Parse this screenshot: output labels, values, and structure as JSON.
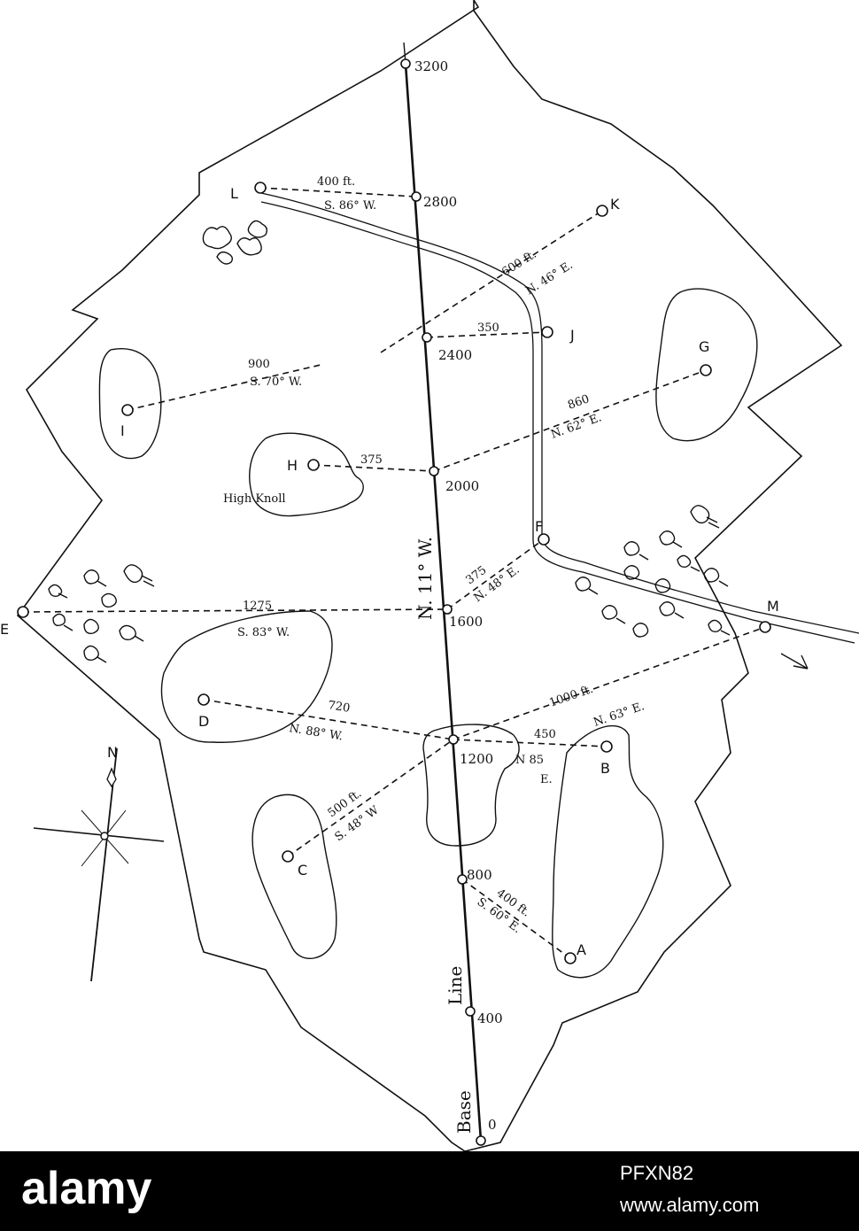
{
  "map": {
    "base_line": {
      "bearing": "N. 11° W.",
      "label_line": "Line",
      "label_base": "Base"
    },
    "stations": [
      "0",
      "400",
      "800",
      "1200",
      "1600",
      "2000",
      "2400",
      "2800",
      "3200"
    ],
    "points": [
      "A",
      "B",
      "C",
      "D",
      "E",
      "F",
      "G",
      "H",
      "I",
      "J",
      "K",
      "L",
      "M"
    ],
    "high_knoll": "High Knoll",
    "offsets": [
      {
        "id": "L",
        "distance": "400 ft.",
        "bearing": "S. 86° W."
      },
      {
        "id": "K",
        "distance": "600 ft.",
        "bearing": "N. 46° E."
      },
      {
        "id": "J",
        "distance": "350"
      },
      {
        "id": "I",
        "distance": "900",
        "bearing": "S. 70° W."
      },
      {
        "id": "G",
        "distance": "860",
        "bearing": "N. 62° E."
      },
      {
        "id": "H",
        "distance": "375"
      },
      {
        "id": "F",
        "distance": "375",
        "bearing": "N. 48° E."
      },
      {
        "id": "E",
        "distance": "1275",
        "bearing": "S. 83° W."
      },
      {
        "id": "M",
        "distance": "1000 ft.",
        "bearing": "N. 63° E."
      },
      {
        "id": "D",
        "distance": "720",
        "bearing": "N. 88° W."
      },
      {
        "id": "B",
        "distance": "450",
        "bearing_1": "N 85",
        "bearing_2": "E."
      },
      {
        "id": "C",
        "distance": "500 ft.",
        "bearing": "S. 48° W"
      },
      {
        "id": "A",
        "distance": "400 ft.",
        "bearing": "S. 60° E."
      }
    ],
    "compass": {
      "label": "N"
    },
    "colors": {
      "ink": "#111111",
      "paper": "#ffffff"
    }
  },
  "footer": {
    "brand": "alamy",
    "image_id": "PFXN82",
    "url": "www.alamy.com"
  }
}
